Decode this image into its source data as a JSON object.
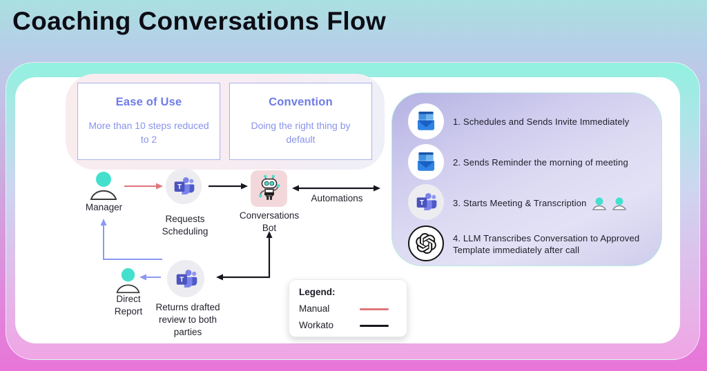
{
  "title": "Coaching Conversations Flow",
  "callouts": [
    {
      "heading": "Ease of Use",
      "body": "More than 10 steps reduced to 2"
    },
    {
      "heading": "Convention",
      "body": "Doing the right thing by default"
    }
  ],
  "flow_nodes": {
    "manager": "Manager",
    "requests_scheduling": "Requests Scheduling",
    "conversations_bot": "Conversations Bot",
    "automations": "Automations",
    "returns_drafted": "Returns drafted review to both parties",
    "direct_report": "Direct Report"
  },
  "automation_steps": [
    {
      "icon": "outlook-icon",
      "text": "1. Schedules and Sends Invite Immediately"
    },
    {
      "icon": "outlook-icon",
      "text": "2. Sends Reminder the morning of meeting"
    },
    {
      "icon": "teams-icon",
      "text": "3. Starts Meeting & Transcription"
    },
    {
      "icon": "openai-icon",
      "text": "4. LLM Transcribes Conversation to Approved Template immediately after call"
    }
  ],
  "legend": {
    "title": "Legend:",
    "items": [
      {
        "label": "Manual",
        "color": "#e0757c"
      },
      {
        "label": "Workato",
        "color": "#16161d"
      }
    ]
  },
  "colors": {
    "accent_purple": "#6d7ce7",
    "teal": "#45e0cd",
    "manual_arrow": "#e0757c",
    "workato_arrow": "#16161d",
    "human_arrow": "#8a99f2",
    "panel_lavender": "#c9c6ec",
    "bot_background": "#f3d8db"
  }
}
